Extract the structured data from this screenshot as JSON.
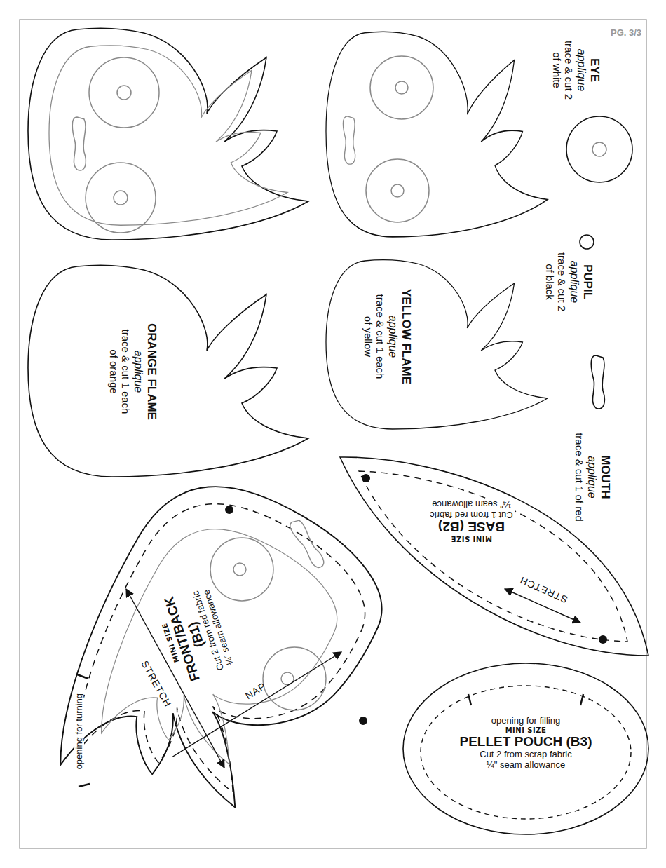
{
  "diagram": {
    "nodes": [
      {
        "text": [
          "EYE",
          "applique",
          "trace & cut 2 of white"
        ]
      },
      {
        "text": [
          "PUPIL",
          "applique",
          "trace & cut 2 of black"
        ]
      },
      {
        "text": [
          "MOUTH",
          "applique",
          "trace & cut 1 of red"
        ]
      },
      {
        "text": [
          "ORANGE FLAME",
          "applique",
          "trace & cut 1 each of orange"
        ]
      },
      {
        "text": [
          "YELLOW FLAME",
          "applique",
          "trace & cut 1 each of yellow"
        ]
      },
      {
        "text": [
          "MINI SIZE",
          "BASE (B2)",
          "Cut 1 from red fabric",
          "¼\" seam allowance"
        ]
      },
      {
        "text": [
          "MINI SIZE",
          "FRONT/BACK (B1)",
          "Cut 2 from red fabric",
          "¼\" seam allowance"
        ]
      },
      {
        "text": [
          "opening for filling",
          "MINI SIZE",
          "PELLET POUCH (B3)",
          "Cut 2 from scrap fabric",
          "¼\" seam allowance"
        ]
      }
    ],
    "labels": [
      "PG. 3/3",
      "STRETCH",
      "STRETCH",
      "NAP",
      "opening for turning"
    ]
  }
}
